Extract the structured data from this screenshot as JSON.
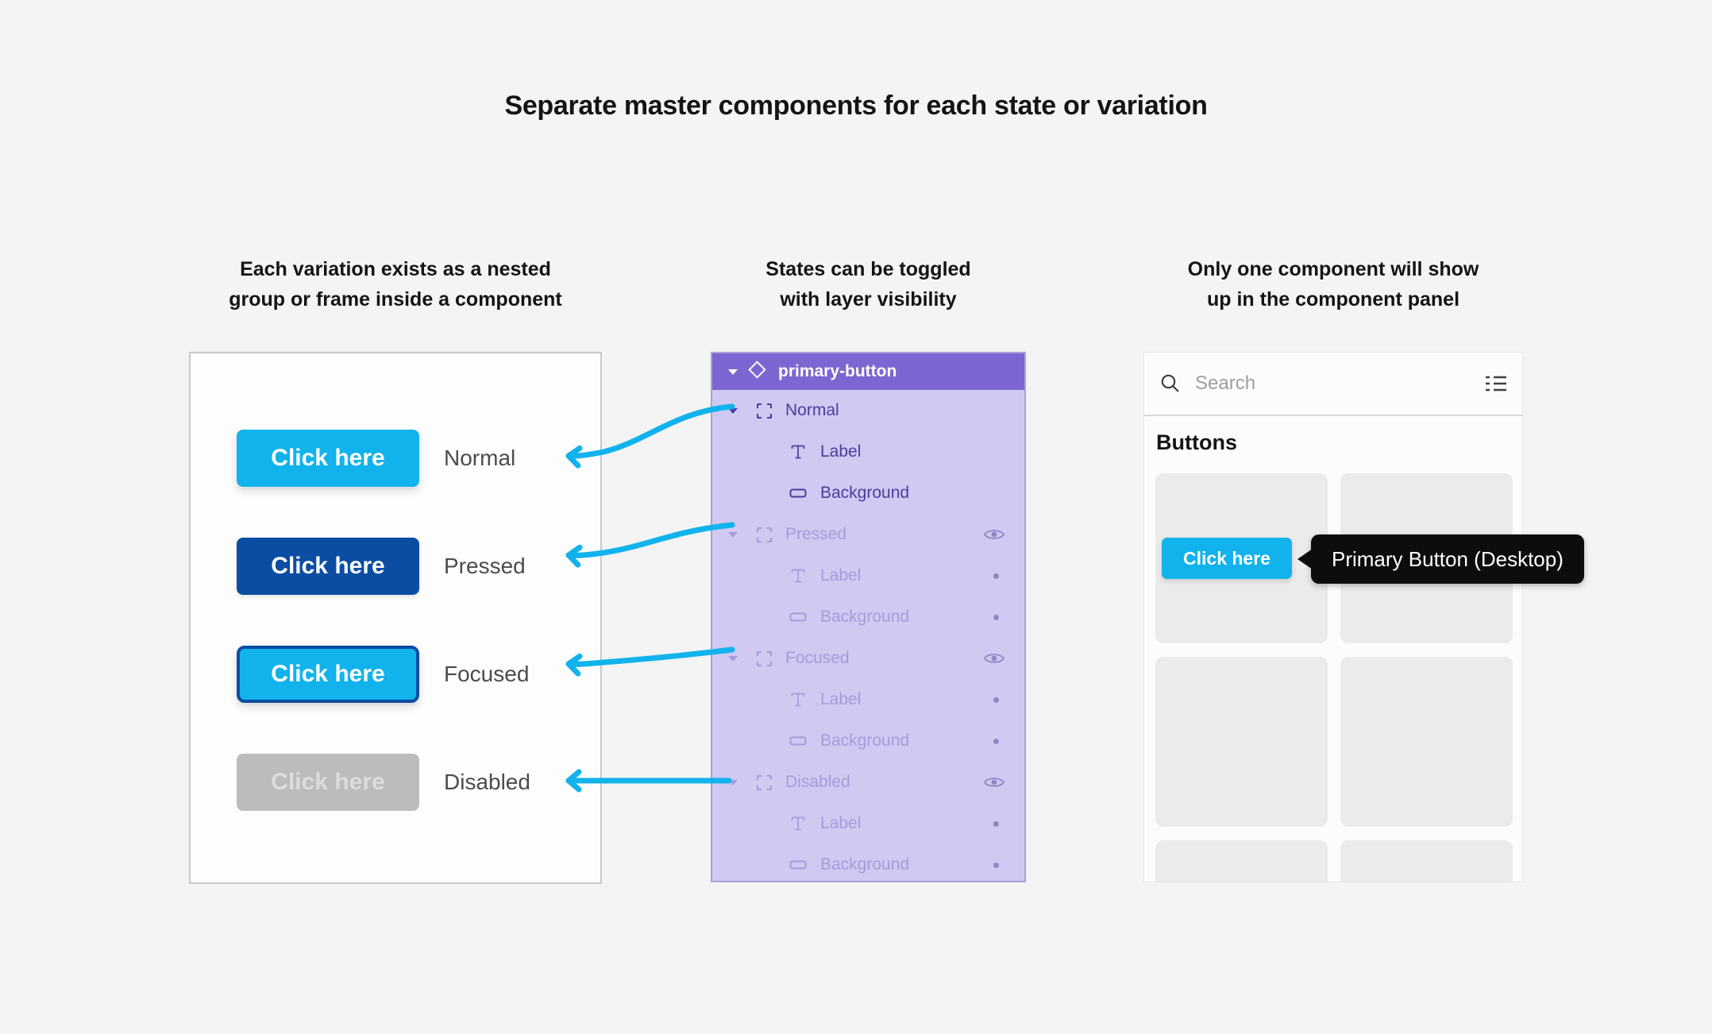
{
  "title": "Separate master components for each state or variation",
  "colors": {
    "accent_cyan": "#12B3EC",
    "pressed_blue": "#0B4DA2",
    "disabled_gray": "#BCBCBC",
    "layers_header_purple": "#7C66D1",
    "layers_body_purple": "#D0C9F1",
    "layer_active_text": "#4A3D9E",
    "layer_muted_text": "#A49CDC",
    "tooltip_black": "#0D0D0D"
  },
  "left_panel": {
    "heading": "Each variation exists as a nested\ngroup or frame inside a component",
    "button_states": [
      {
        "button_text": "Click here",
        "label": "Normal"
      },
      {
        "button_text": "Click here",
        "label": "Pressed"
      },
      {
        "button_text": "Click here",
        "label": "Focused"
      },
      {
        "button_text": "Click here",
        "label": "Disabled"
      }
    ]
  },
  "layers_panel": {
    "heading": "States can be toggled\nwith layer visibility",
    "component_name": "primary-button",
    "groups": [
      {
        "name": "Normal",
        "visible": true,
        "children": [
          "Label",
          "Background"
        ]
      },
      {
        "name": "Pressed",
        "visible": false,
        "children": [
          "Label",
          "Background"
        ]
      },
      {
        "name": "Focused",
        "visible": false,
        "children": [
          "Label",
          "Background"
        ]
      },
      {
        "name": "Disabled",
        "visible": false,
        "children": [
          "Label",
          "Background"
        ]
      }
    ],
    "icons": [
      "caret-down-icon",
      "component-diamond-icon",
      "frame-icon",
      "text-layer-icon",
      "rectangle-layer-icon",
      "eye-icon",
      "hidden-dot"
    ]
  },
  "component_panel": {
    "heading": "Only one component will show\nup in the component panel",
    "search": {
      "placeholder": "Search",
      "icon": "search-icon"
    },
    "view_toggle_icon": "list-view-icon",
    "section_title": "Buttons",
    "component": {
      "button_text": "Click here",
      "tooltip": "Primary Button (Desktop)"
    },
    "placeholder_card_count": 6
  }
}
